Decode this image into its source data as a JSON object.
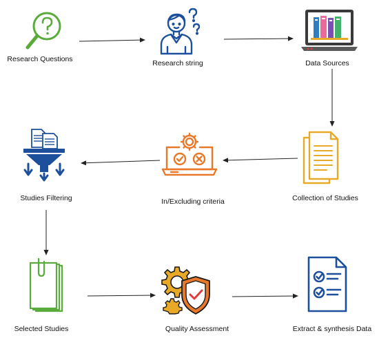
{
  "nodes": [
    {
      "id": "research-questions",
      "label": "Research Questions",
      "icon": "magnifier-question-icon"
    },
    {
      "id": "research-string",
      "label": "Research string",
      "icon": "thinking-person-icon"
    },
    {
      "id": "data-sources",
      "label": "Data Sources",
      "icon": "laptop-books-icon"
    },
    {
      "id": "collection-of-studies",
      "label": "Collection of Studies",
      "icon": "documents-stack-icon"
    },
    {
      "id": "in-excluding-criteria",
      "label": "In/Excluding  criteria",
      "icon": "laptop-gear-check-icon"
    },
    {
      "id": "studies-filtering",
      "label": "Studies Filtering",
      "icon": "funnel-filter-icon"
    },
    {
      "id": "selected-studies",
      "label": "Selected Studies",
      "icon": "clipped-papers-icon"
    },
    {
      "id": "quality-assessment",
      "label": "Quality Assessment",
      "icon": "gears-shield-icon"
    },
    {
      "id": "extract-synthesis-data",
      "label": "Extract & synthesis Data",
      "icon": "checklist-document-icon"
    }
  ],
  "edges": [
    {
      "from": "research-questions",
      "to": "research-string"
    },
    {
      "from": "research-string",
      "to": "data-sources"
    },
    {
      "from": "data-sources",
      "to": "collection-of-studies"
    },
    {
      "from": "collection-of-studies",
      "to": "in-excluding-criteria"
    },
    {
      "from": "in-excluding-criteria",
      "to": "studies-filtering"
    },
    {
      "from": "studies-filtering",
      "to": "selected-studies"
    },
    {
      "from": "selected-studies",
      "to": "quality-assessment"
    },
    {
      "from": "quality-assessment",
      "to": "extract-synthesis-data"
    }
  ],
  "colors": {
    "green": "#5aab3c",
    "blue": "#1c4f9c",
    "orange": "#e8792a",
    "amber": "#e8a928",
    "arrow": "#222222"
  }
}
